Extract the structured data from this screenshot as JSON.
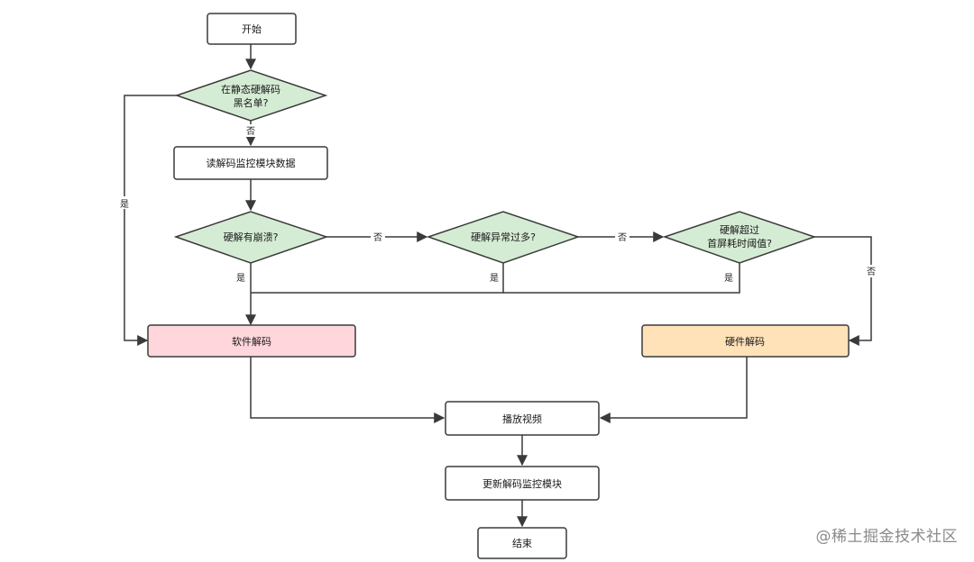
{
  "colors": {
    "stroke": "#3a3a3a",
    "decision_fill": "#d5ecd4",
    "software_fill": "#ffd6dc",
    "hardware_fill": "#ffe2b8",
    "box_fill": "#ffffff"
  },
  "nodes": {
    "start": "开始",
    "blacklist_line1": "在静态硬解码",
    "blacklist_line2": "黑名单?",
    "read_data": "读解码监控模块数据",
    "crash": "硬解有崩溃?",
    "abnormal": "硬解异常过多?",
    "timeout_line1": "硬解超过",
    "timeout_line2": "首屏耗时阈值?",
    "software": "软件解码",
    "hardware": "硬件解码",
    "play": "播放视频",
    "update": "更新解码监控模块",
    "end": "结束"
  },
  "labels": {
    "yes": "是",
    "no": "否"
  },
  "watermark": "@稀土掘金技术社区"
}
